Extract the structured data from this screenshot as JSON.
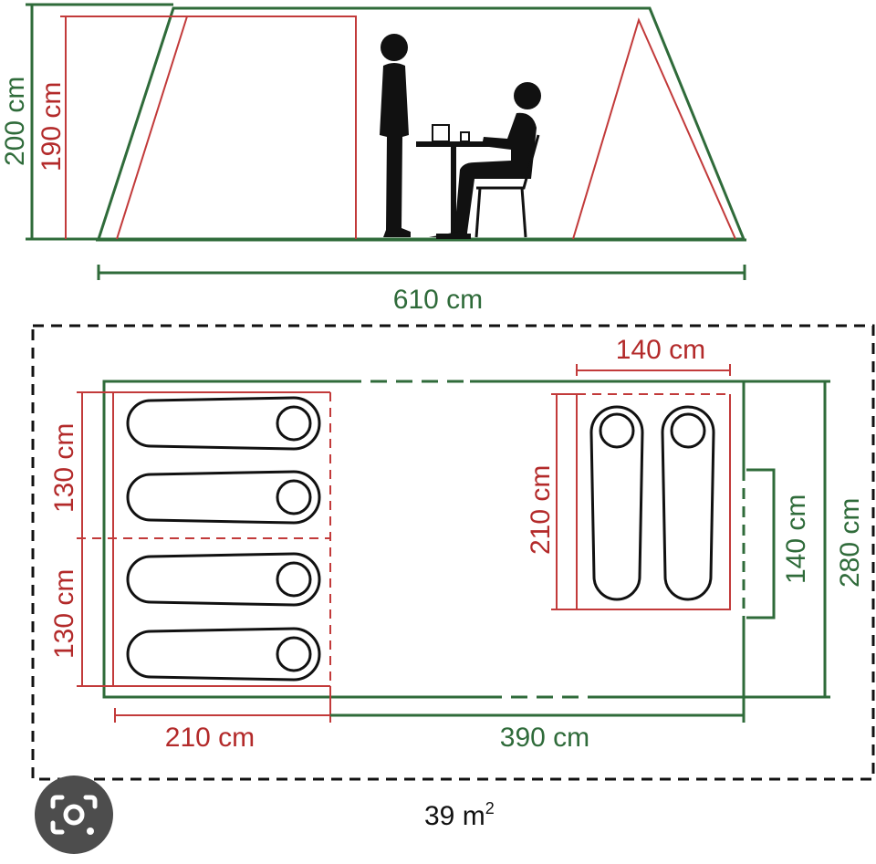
{
  "colors": {
    "outer": "#2f6b3a",
    "inner": "#c23a3a",
    "text_green": "#2f6b3a",
    "text_red": "#b32a2a",
    "ink": "#111111",
    "lens_button": "#4d4d4d"
  },
  "side_view": {
    "height_outer": "200 cm",
    "height_inner": "190 cm",
    "length": "610 cm"
  },
  "floor_plan": {
    "cabin_width": "140 cm",
    "cabin_depth": "210 cm",
    "bay_upper": "130 cm",
    "bay_lower": "130 cm",
    "door_width": "140 cm",
    "total_width": "280 cm",
    "bedroom_length": "210 cm",
    "living_length": "390 cm",
    "area_value": "39 m",
    "area_unit_sup": "2"
  },
  "icons": {
    "lens": "google-lens-icon"
  }
}
